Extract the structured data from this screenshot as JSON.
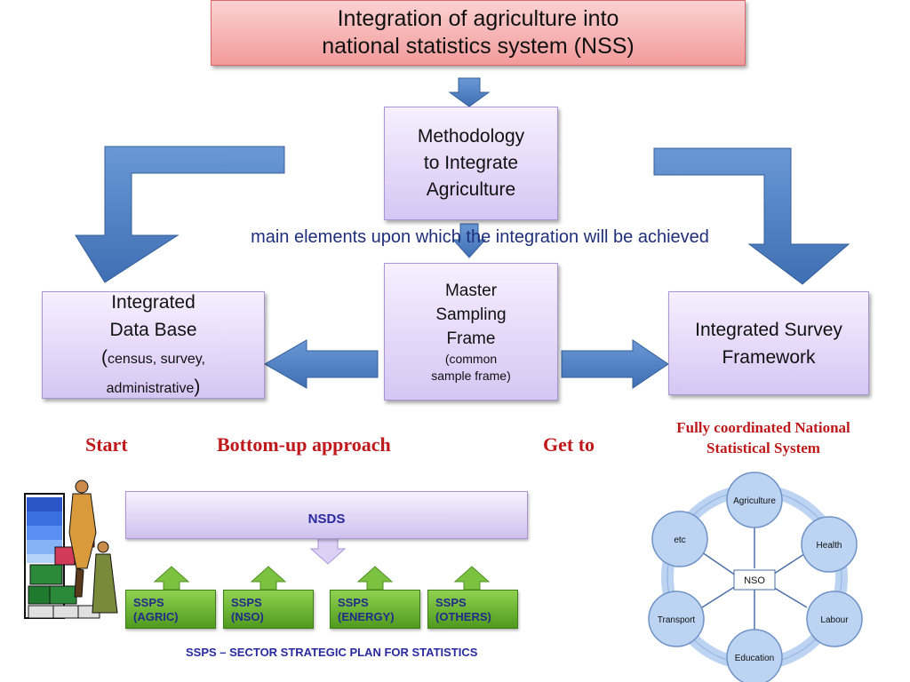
{
  "title": {
    "line1": "Integration of agriculture  into",
    "line2": "national statistics system (NSS)"
  },
  "methodology": {
    "line1": "Methodology",
    "line2": "to Integrate",
    "line3": "Agriculture"
  },
  "main_elements": "main elements upon which the integration will be achieved",
  "master_sampling_frame": {
    "line1": "Master",
    "line2": "Sampling",
    "line3": "Frame",
    "line4": "(common",
    "line5": "sample frame)"
  },
  "integrated_database": {
    "line1": "Integrated",
    "line2": "Data Base",
    "open_paren": "(",
    "line3": "census, survey,",
    "line4": "administrative",
    "close_paren": ")"
  },
  "integrated_survey_framework": {
    "line1": "Integrated Survey",
    "line2": "Framework"
  },
  "labels": {
    "start": "Start",
    "bottom_up": "Bottom-up approach",
    "get_to": "Get to",
    "fully_coordinated_line1": "Fully coordinated National",
    "fully_coordinated_line2": "Statistical System"
  },
  "nsds": "NSDS",
  "ssps_boxes": [
    {
      "line1": "SSPS",
      "line2": "(AGRIC)"
    },
    {
      "line1": "SSPS",
      "line2": "(NSO)"
    },
    {
      "line1": "SSPS",
      "line2": "(ENERGY)"
    },
    {
      "line1": "SSPS",
      "line2": "(OTHERS)"
    }
  ],
  "ssps_definition": "SSPS – SECTOR STRATEGIC PLAN FOR STATISTICS",
  "nss_cycle": {
    "center": "NSO",
    "nodes": [
      "Agriculture",
      "Health",
      "Labour",
      "Education",
      "Transport",
      "etc"
    ]
  },
  "colors": {
    "arrow_blue": "#4a7cc0",
    "title_red": "#c0191b",
    "ssps_green": "#6cb33a",
    "nsds_text": "#2a2aa0",
    "cycle_node": "#bcd3f2"
  }
}
